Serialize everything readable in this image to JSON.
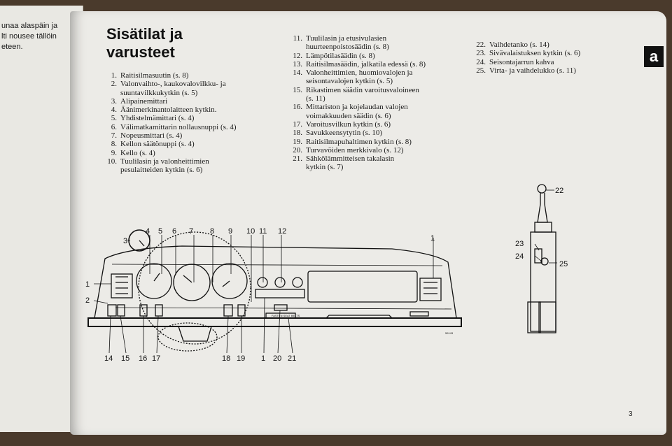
{
  "left_page": {
    "lines": [
      "unaa alaspäin ja",
      "lti nousee tällöin",
      "eteen."
    ]
  },
  "title": {
    "line1": "Sisätilat ja",
    "line2": "varusteet"
  },
  "tab_letter": "a",
  "page_number": "3",
  "items_col1": [
    {
      "num": "1.",
      "lines": [
        "Raitisilmasuutin (s. 8)"
      ]
    },
    {
      "num": "2.",
      "lines": [
        "Valonvaihto-, kaukovalovilkku- ja",
        "suuntavilkkukytkin (s. 5)"
      ]
    },
    {
      "num": "3.",
      "lines": [
        "Alipainemittari"
      ]
    },
    {
      "num": "4.",
      "lines": [
        "Äänimerkinantolaitteen kytkin."
      ]
    },
    {
      "num": "5.",
      "lines": [
        "Yhdistelmämittari (s. 4)"
      ]
    },
    {
      "num": "6.",
      "lines": [
        "Välimatkamittarin nollausnuppi (s. 4)"
      ]
    },
    {
      "num": "7.",
      "lines": [
        "Nopeusmittari (s. 4)"
      ]
    },
    {
      "num": "8.",
      "lines": [
        "Kellon säätönuppi (s. 4)"
      ]
    },
    {
      "num": "9.",
      "lines": [
        "Kello (s. 4)"
      ]
    },
    {
      "num": "10.",
      "lines": [
        "Tuulilasin ja valonheittimien",
        "pesulaitteiden kytkin (s. 6)"
      ]
    }
  ],
  "items_col2": [
    {
      "num": "11.",
      "lines": [
        "Tuulilasin ja etusivulasien",
        "huurteenpoistosäädin (s. 8)"
      ]
    },
    {
      "num": "12.",
      "lines": [
        "Lämpötilasäädin (s. 8)"
      ]
    },
    {
      "num": "13.",
      "lines": [
        "Raitisilmasäädin, jalkatila edessä (s. 8)"
      ]
    },
    {
      "num": "14.",
      "lines": [
        "Valonheittimien, huomiovalojen ja",
        "seisontavalojen kytkin (s. 5)"
      ]
    },
    {
      "num": "15.",
      "lines": [
        "Rikastimen säädin varoitusvaloineen",
        "(s. 11)"
      ]
    },
    {
      "num": "16.",
      "lines": [
        "Mittariston ja kojelaudan valojen",
        "voimakkuuden säädin (s. 6)"
      ]
    },
    {
      "num": "17.",
      "lines": [
        "Varoitusvilkun kytkin (s. 6)"
      ]
    },
    {
      "num": "18.",
      "lines": [
        "Savukkeensytytin (s. 10)"
      ]
    },
    {
      "num": "19.",
      "lines": [
        "Raitisilmapuhaltimen kytkin (s. 8)"
      ]
    },
    {
      "num": "20.",
      "lines": [
        "Turvavöiden merkkivalo (s. 12)"
      ]
    },
    {
      "num": "21.",
      "lines": [
        "Sähkölämmitteisen takalasin",
        "kytkin (s. 7)"
      ]
    }
  ],
  "items_col3": [
    {
      "num": "22.",
      "lines": [
        "Vaihdetanko (s. 14)"
      ]
    },
    {
      "num": "23.",
      "lines": [
        "Sivävalaistuksen kytkin (s. 6)"
      ]
    },
    {
      "num": "24.",
      "lines": [
        "Seisontajarrun kahva"
      ]
    },
    {
      "num": "25.",
      "lines": [
        "Virta- ja vaihdelukko (s. 11)"
      ]
    }
  ],
  "callouts": {
    "dash_top": [
      "3",
      "4",
      "5",
      "6",
      "7",
      "8",
      "9",
      "10",
      "11",
      "12",
      "1"
    ],
    "dash_left": [
      "1",
      "2"
    ],
    "dash_bottom": [
      "14",
      "15",
      "16",
      "17",
      "18",
      "19",
      "1",
      "20",
      "21"
    ],
    "console": [
      "22",
      "23",
      "24",
      "25"
    ]
  },
  "figure_texts": {
    "panel_label": "FASTEN SEAT BELTS",
    "code": "59143"
  }
}
